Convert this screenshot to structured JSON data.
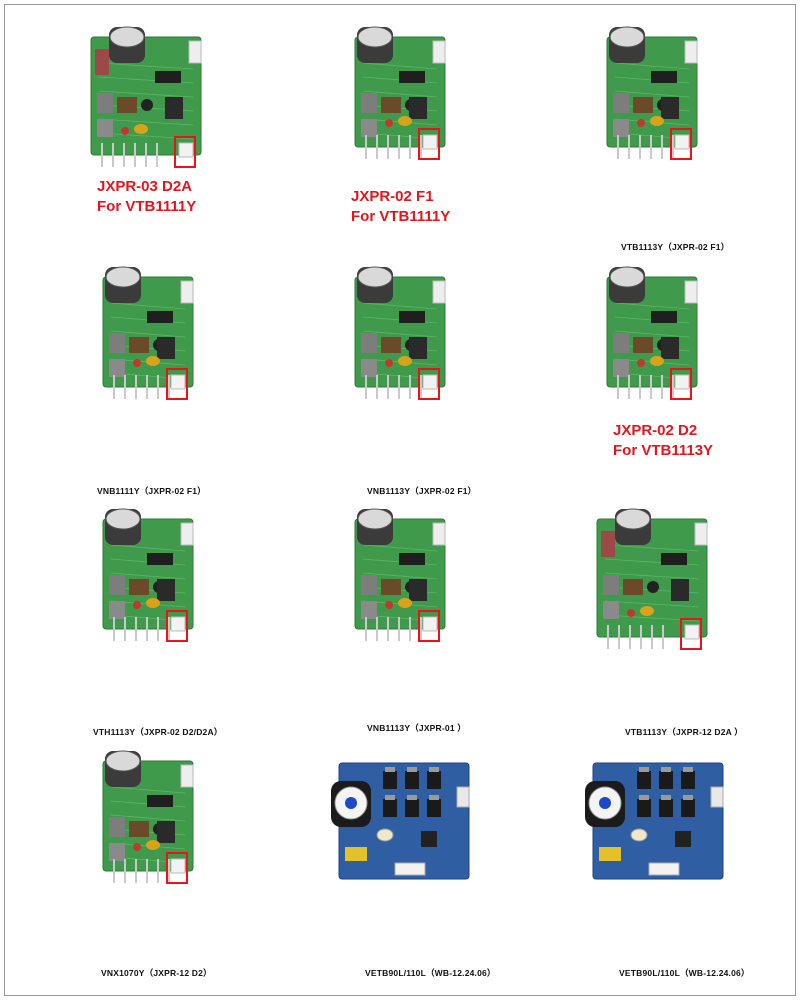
{
  "colors": {
    "accent_red": "#e8141b",
    "pcb_green": "#3f9a4c",
    "pcb_blue": "#2f5ea3"
  },
  "products": [
    {
      "lines": [
        "JXPR-03 D2A",
        "For VTB1111Y"
      ],
      "style": "red",
      "board": "green-a"
    },
    {
      "lines": [
        "JXPR-02 F1",
        "For VTB1111Y"
      ],
      "style": "red",
      "board": "green-b"
    },
    {
      "lines": [
        "VTB1113Y（JXPR-02 F1）"
      ],
      "style": "black",
      "board": "green-b"
    },
    {
      "lines": [
        "VNB1111Y（JXPR-02 F1）"
      ],
      "style": "black",
      "board": "green-b"
    },
    {
      "lines": [
        "VNB1113Y（JXPR-02 F1）"
      ],
      "style": "black",
      "board": "green-b"
    },
    {
      "lines": [
        "JXPR-02 D2",
        "For VTB1113Y"
      ],
      "style": "red",
      "board": "green-b"
    },
    {
      "lines": [
        "VTH1113Y（JXPR-02 D2/D2A）"
      ],
      "style": "black",
      "board": "green-b"
    },
    {
      "lines": [
        "VNB1113Y（JXPR-01 ）"
      ],
      "style": "black",
      "board": "green-b"
    },
    {
      "lines": [
        "VTB1113Y（JXPR-12 D2A ）"
      ],
      "style": "black",
      "board": "green-a"
    },
    {
      "lines": [
        "VNX1070Y（JXPR-12 D2）"
      ],
      "style": "black",
      "board": "green-b"
    },
    {
      "lines": [
        "VETB90L/110L（WB-12.24.06）"
      ],
      "style": "black",
      "board": "blue"
    },
    {
      "lines": [
        "VETB90L/110L（WB-12.24.06）"
      ],
      "style": "black",
      "board": "blue"
    }
  ]
}
